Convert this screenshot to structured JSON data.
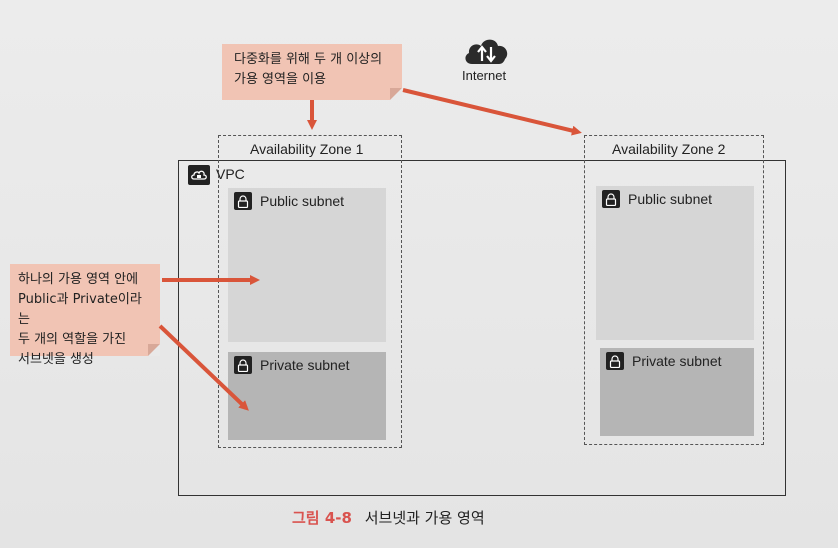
{
  "internet": {
    "label": "Internet"
  },
  "notes": {
    "multi_az": [
      "다중화를 위해 두 개 이상의",
      "가용 영역을 이용"
    ],
    "subnets": [
      "하나의 가용 영역 안에",
      "Public과 Private이라는",
      "두 개의 역할을 가진",
      "서브넷을 생성"
    ]
  },
  "zones": [
    {
      "label": "Availability Zone 1"
    },
    {
      "label": "Availability Zone 2"
    }
  ],
  "vpc": {
    "label": "VPC"
  },
  "subnets": {
    "az1_public": "Public subnet",
    "az1_private": "Private subnet",
    "az2_public": "Public subnet",
    "az2_private": "Private subnet"
  },
  "caption": {
    "number": "그림 4-8",
    "text": "서브넷과 가용 영역"
  },
  "colors": {
    "arrow": "#d9553a",
    "note": "#f1c4b4",
    "caption_accent": "#d9534f"
  }
}
